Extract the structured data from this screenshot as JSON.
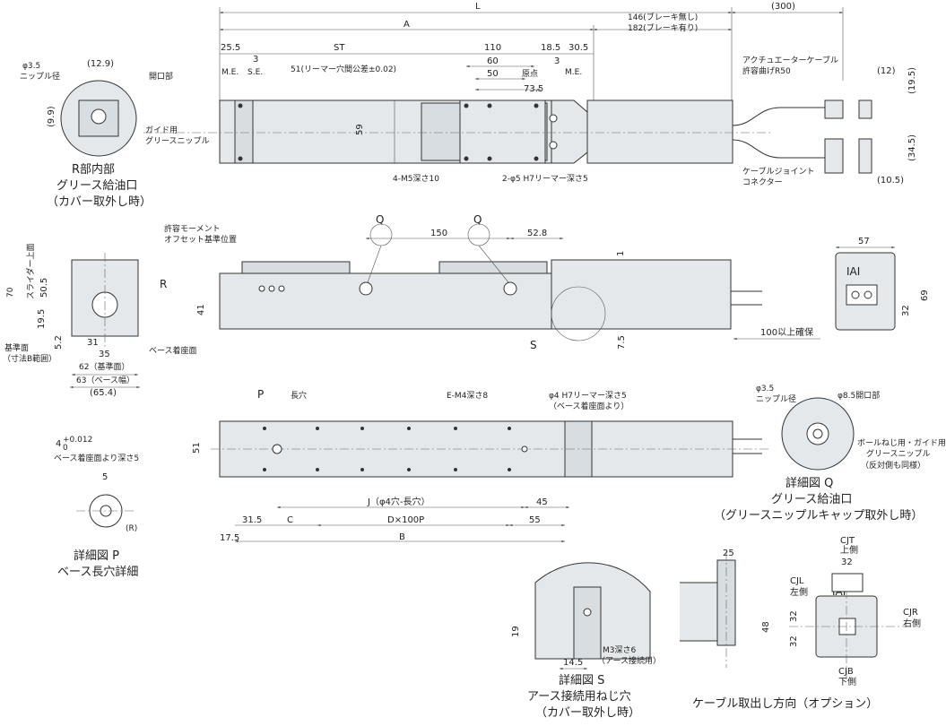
{
  "top_view": {
    "dims": {
      "L": "L",
      "A": "A",
      "cable_300": "(300)",
      "no_brake": "146(ブレーキ無し)",
      "with_brake": "182(ブレーキ有り)",
      "d25_5": "25.5",
      "d3a": "3",
      "ST": "ST",
      "d110": "110",
      "d18_5": "18.5",
      "d30_5": "30.5",
      "ME_left": "M.E.",
      "SE": "S.E.",
      "ream_pitch": "51(リーマー穴間公差±0.02)",
      "d60": "60",
      "d50": "50",
      "origin": "原点",
      "d3b": "3",
      "ME_right": "M.E.",
      "d73_5": "73.5",
      "d59": "59",
      "d12": "(12)",
      "d19_5": "(19.5)",
      "d34_5": "(34.5)",
      "d10_5": "(10.5)"
    },
    "labels": {
      "cable_bend": "アクチュエーターケーブル",
      "cable_bend2": "許容曲げR50",
      "guide_grease": "ガイド用",
      "guide_grease2": "グリースニップル",
      "m5": "4-M5深さ10",
      "ream": "2-φ5 H7リーマー深さ5",
      "joint": "ケーブルジョイント",
      "joint2": "コネクター"
    }
  },
  "detail_r": {
    "d3_5": "φ3.5",
    "nipple": "ニップル径",
    "d12_9": "(12.9)",
    "opening": "開口部",
    "d9_9": "(9.9)",
    "title1": "R部内部",
    "title2": "グリース給油口",
    "title3": "（カバー取外し時）"
  },
  "side_view": {
    "Q1": "Q",
    "Q2": "Q",
    "d150": "150",
    "d52_8": "52.8",
    "d1": "1",
    "d41": "41",
    "d7_5": "7.5",
    "S": "S",
    "R": "R",
    "clearance": "100以上確保",
    "moment1": "許容モーメント",
    "moment2": "オフセット基準位置"
  },
  "end_view": {
    "d70": "70",
    "slider_top": "スライダー上面",
    "d50_5": "50.5",
    "d19_5": "19.5",
    "d5_2": "5.2",
    "ref_face": "基準面",
    "ref_face2": "（寸法B範囲）",
    "d31": "31",
    "d35": "35",
    "d62": "62（基準面）",
    "d63": "63（ベース幅）",
    "d65_4": "(65.4)",
    "base_face": "ベース着座面"
  },
  "motor_end": {
    "d57": "57",
    "d69": "69",
    "d32": "32",
    "logo": "IAI"
  },
  "bottom_view": {
    "P": "P",
    "slot": "長穴",
    "em4": "E-M4深さ8",
    "ream1": "φ4 H7リーマー深さ5",
    "ream2": "（ベース着座面より）",
    "d51": "51",
    "J": "J（φ4穴-長穴）",
    "d45": "45",
    "d31_5": "31.5",
    "C": "C",
    "DP": "D×100P",
    "d55": "55",
    "d17_5": "17.5",
    "B": "B"
  },
  "detail_p": {
    "tol_top": "4",
    "tol_sup": "+0.012",
    "tol_sub": "0",
    "depth": "ベース着座面より深さ5",
    "d5": "5",
    "R": "(R)",
    "title1": "詳細図 P",
    "title2": "ベース長穴詳細"
  },
  "detail_q": {
    "d3_5": "φ3.5",
    "nipple": "ニップル径",
    "open": "φ8.5開口部",
    "ball1": "ボールねじ用・ガイド用",
    "ball2": "グリースニップル",
    "ball3": "（反対側も同様）",
    "title1": "詳細図 Q",
    "title2": "グリース給油口",
    "title3": "（グリースニップルキャップ取外し時）"
  },
  "detail_s": {
    "d19": "19",
    "d14_5": "14.5",
    "m3a": "M3深さ6",
    "m3b": "（アース接続用）",
    "title1": "詳細図 S",
    "title2": "アース接続用ねじ穴",
    "title3": "（カバー取外し時）"
  },
  "cable_dir": {
    "d25": "25",
    "d32t": "32",
    "d48": "48",
    "d32a": "32",
    "d32b": "32",
    "CJT1": "CJT",
    "CJT2": "上側",
    "CJL1": "CJL",
    "CJL2": "左側",
    "CJR1": "CJR",
    "CJR2": "右側",
    "CJB1": "CJB",
    "CJB2": "下側",
    "logo": "IAI",
    "title": "ケーブル取出し方向（オプション）"
  }
}
